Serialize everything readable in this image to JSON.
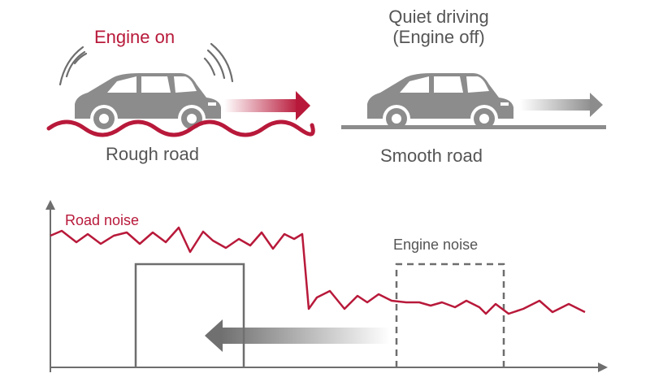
{
  "labels": {
    "engine_on": "Engine on",
    "quiet_line1": "Quiet driving",
    "quiet_line2": "(Engine off)",
    "rough_road": "Rough road",
    "smooth_road": "Smooth road",
    "road_noise": "Road noise",
    "engine_noise": "Engine noise"
  },
  "colors": {
    "accent_red": "#b8193a",
    "car_gray": "#8c8c8c",
    "text_gray": "#555555",
    "axis_gray": "#6e6e6e"
  },
  "icons": [
    "car-icon",
    "sound-waves-icon",
    "arrow-right-icon",
    "arrow-left-icon"
  ]
}
